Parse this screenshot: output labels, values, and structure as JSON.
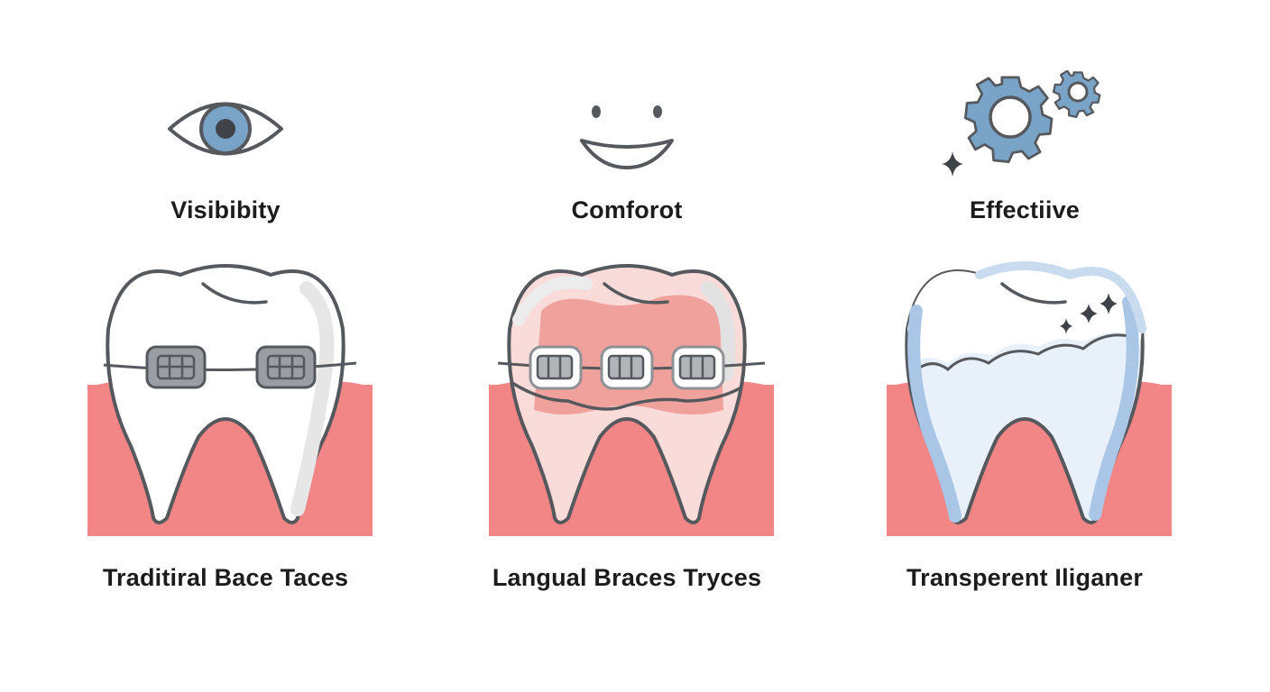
{
  "colors": {
    "gum": "#f28585",
    "outline": "#55595d",
    "accent_blue": "#7aa3c8",
    "bracket_grey": "#9a9ea2",
    "lingual_pink": "#f0a19b",
    "aligner_blue": "#c9dcef"
  },
  "columns": [
    {
      "icon": "eye-icon",
      "criterion": "Visibibity",
      "brace_type": "Traditiral Bace Taces"
    },
    {
      "icon": "smile-icon",
      "criterion": "Comforot",
      "brace_type": "Langual Braces Tryces"
    },
    {
      "icon": "gears-icon",
      "criterion": "Effectiive",
      "brace_type": "Transperent Iliganer"
    }
  ]
}
